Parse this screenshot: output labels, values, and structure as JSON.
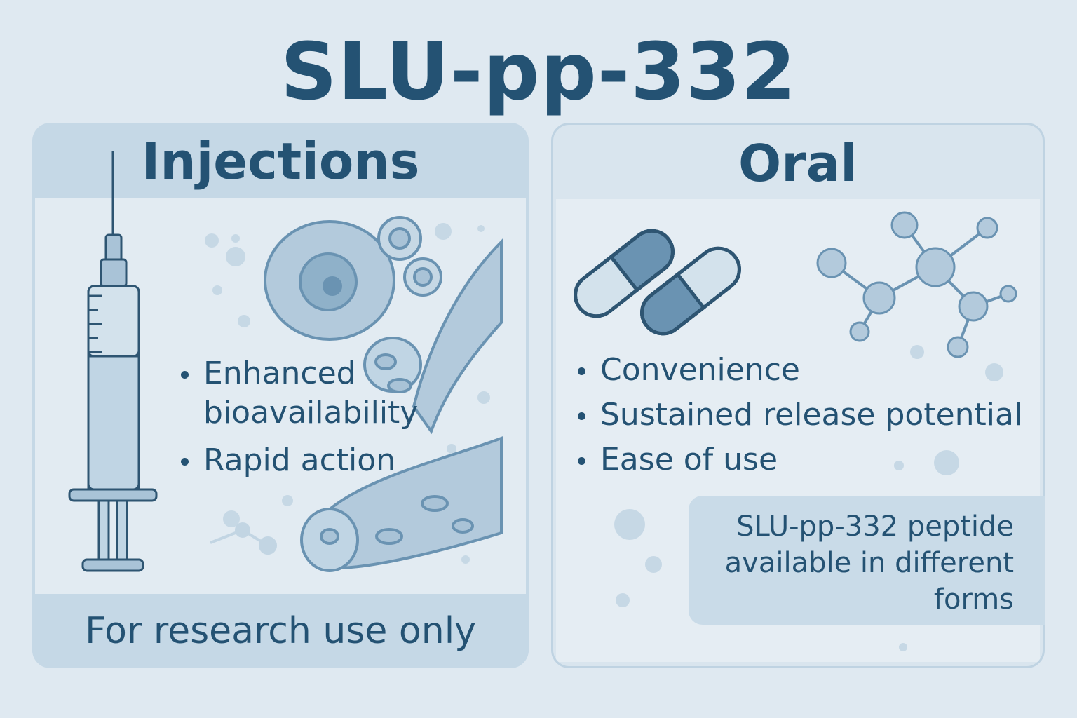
{
  "title": "SLU-pp-332",
  "injections": {
    "heading": "Injections",
    "bullets": [
      "Enhanced bioavailability",
      "Rapid action"
    ],
    "footer": "For research use only"
  },
  "oral": {
    "heading": "Oral",
    "bullets": [
      "Convenience",
      "Sustained release potential",
      "Ease of use"
    ],
    "note": "SLU-pp-332 peptide available in different forms"
  },
  "icons": [
    "syringe-icon",
    "cell-icon",
    "blood-vessel-icon",
    "capsule-icon",
    "molecule-icon"
  ],
  "colors": {
    "background": "#dfe9f1",
    "text": "#245273",
    "panel": "#c5d8e6",
    "accent": "#6a93b2"
  }
}
